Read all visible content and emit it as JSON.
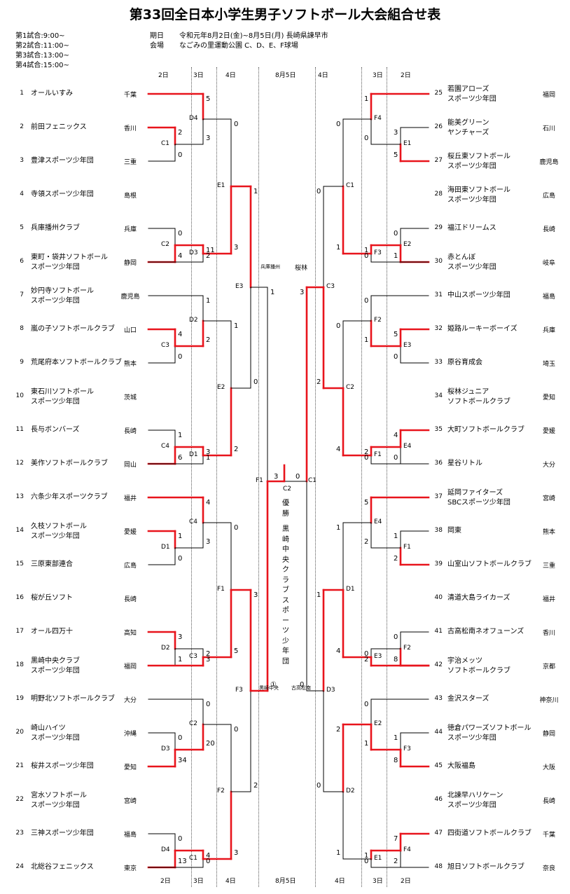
{
  "title": "第33回全日本小学生男子ソフトボール大会組合せ表",
  "schedule": [
    "第1試合:9:00~",
    "第2試合:11:00~",
    "第3試合:13:00~",
    "第4試合:15:00~"
  ],
  "period_label": "期日",
  "period_value": "令和元年8月2日(金)~8月5日(月) 長崎県諫早市",
  "venue_label": "会場",
  "venue_value": "なごみの里運動公園 C、D、E、F球場",
  "day_headers": {
    "left": [
      "2日",
      "3日",
      "4日"
    ],
    "center": "8月5日",
    "right": [
      "4日",
      "3日",
      "2日"
    ]
  },
  "left_teams": [
    {
      "no": "1",
      "name": [
        "オールいすみ"
      ],
      "pref": "千葉"
    },
    {
      "no": "2",
      "name": [
        "前田フェニックス"
      ],
      "pref": "香川"
    },
    {
      "no": "3",
      "name": [
        "豊津スポーツ少年団"
      ],
      "pref": "三重"
    },
    {
      "no": "4",
      "name": [
        "寺領スポーツ少年団"
      ],
      "pref": "島根"
    },
    {
      "no": "5",
      "name": [
        "兵庫播州クラブ"
      ],
      "pref": "兵庫"
    },
    {
      "no": "6",
      "name": [
        "東町・袋井ソフトボール",
        "スポーツ少年団"
      ],
      "pref": "静岡"
    },
    {
      "no": "7",
      "name": [
        "妙円寺ソフトボール",
        "スポーツ少年団"
      ],
      "pref": "鹿児島"
    },
    {
      "no": "8",
      "name": [
        "嵐の子ソフトボールクラブ"
      ],
      "pref": "山口"
    },
    {
      "no": "9",
      "name": [
        "荒尾府本ソフトボールクラブ"
      ],
      "pref": "熊本"
    },
    {
      "no": "10",
      "name": [
        "東石川ソフトボール",
        "スポーツ少年団"
      ],
      "pref": "茨城"
    },
    {
      "no": "11",
      "name": [
        "長与ボンバーズ"
      ],
      "pref": "長崎"
    },
    {
      "no": "12",
      "name": [
        "美作ソフトボールクラブ"
      ],
      "pref": "岡山"
    },
    {
      "no": "13",
      "name": [
        "六条少年スポーツクラブ"
      ],
      "pref": "福井"
    },
    {
      "no": "14",
      "name": [
        "久枝ソフトボール",
        "スポーツ少年団"
      ],
      "pref": "愛媛"
    },
    {
      "no": "15",
      "name": [
        "三原東部連合"
      ],
      "pref": "広島"
    },
    {
      "no": "16",
      "name": [
        "桜が丘ソフト"
      ],
      "pref": "長崎"
    },
    {
      "no": "17",
      "name": [
        "オール四万十"
      ],
      "pref": "高知"
    },
    {
      "no": "18",
      "name": [
        "黒崎中央クラブ",
        "スポーツ少年団"
      ],
      "pref": "福岡"
    },
    {
      "no": "19",
      "name": [
        "明野北ソフトボールクラブ"
      ],
      "pref": "大分"
    },
    {
      "no": "20",
      "name": [
        "崎山ハイツ",
        "スポーツ少年団"
      ],
      "pref": "沖縄"
    },
    {
      "no": "21",
      "name": [
        "桜井スポーツ少年団"
      ],
      "pref": "愛知"
    },
    {
      "no": "22",
      "name": [
        "宮水ソフトボール",
        "スポーツ少年団"
      ],
      "pref": "宮崎"
    },
    {
      "no": "23",
      "name": [
        "三神スポーツ少年団"
      ],
      "pref": "福島"
    },
    {
      "no": "24",
      "name": [
        "北総谷フェニックス"
      ],
      "pref": "東京"
    }
  ],
  "right_teams": [
    {
      "no": "25",
      "name": [
        "若園アローズ",
        "スポーツ少年団"
      ],
      "pref": "福岡"
    },
    {
      "no": "26",
      "name": [
        "能美グリーン",
        "ヤンチャーズ"
      ],
      "pref": "石川"
    },
    {
      "no": "27",
      "name": [
        "桜丘東ソフトボール",
        "スポーツ少年団"
      ],
      "pref": "鹿児島"
    },
    {
      "no": "28",
      "name": [
        "海田東ソフトボール",
        "スポーツ少年団"
      ],
      "pref": "広島"
    },
    {
      "no": "29",
      "name": [
        "福江ドリームス"
      ],
      "pref": "長崎"
    },
    {
      "no": "30",
      "name": [
        "赤とんぼ",
        "スポーツ少年団"
      ],
      "pref": "岐阜"
    },
    {
      "no": "31",
      "name": [
        "中山スポーツ少年団"
      ],
      "pref": "福島"
    },
    {
      "no": "32",
      "name": [
        "姫路ルーキーボーイズ"
      ],
      "pref": "兵庫"
    },
    {
      "no": "33",
      "name": [
        "原谷育成会"
      ],
      "pref": "埼玉"
    },
    {
      "no": "34",
      "name": [
        "桜林ジュニア",
        "ソフトボールクラブ"
      ],
      "pref": "愛知"
    },
    {
      "no": "35",
      "name": [
        "大町ソフトボールクラブ"
      ],
      "pref": "愛媛"
    },
    {
      "no": "36",
      "name": [
        "星谷リトル"
      ],
      "pref": "大分"
    },
    {
      "no": "37",
      "name": [
        "延岡ファイターズ",
        "SBCスポーツ少年団"
      ],
      "pref": "宮崎"
    },
    {
      "no": "38",
      "name": [
        "岡東"
      ],
      "pref": "熊本"
    },
    {
      "no": "39",
      "name": [
        "山室山ソフトボールクラブ"
      ],
      "pref": "三重"
    },
    {
      "no": "40",
      "name": [
        "清道大島ライカーズ"
      ],
      "pref": "福井"
    },
    {
      "no": "41",
      "name": [
        "古高松南ネオフューンズ"
      ],
      "pref": "香川"
    },
    {
      "no": "42",
      "name": [
        "宇治メッツ",
        "ソフトボールクラブ"
      ],
      "pref": "京都"
    },
    {
      "no": "43",
      "name": [
        "金沢スターズ"
      ],
      "pref": "神奈川"
    },
    {
      "no": "44",
      "name": [
        "徳倉パワーズソフトボール",
        "スポーツ少年団"
      ],
      "pref": "静岡"
    },
    {
      "no": "45",
      "name": [
        "大阪福島"
      ],
      "pref": "大阪"
    },
    {
      "no": "46",
      "name": [
        "北諫早ハリケーン",
        "スポーツ少年団"
      ],
      "pref": "長崎"
    },
    {
      "no": "47",
      "name": [
        "四街道ソフトボールクラブ"
      ],
      "pref": "千葉"
    },
    {
      "no": "48",
      "name": [
        "旭日ソフトボールクラブ"
      ],
      "pref": "奈良"
    }
  ],
  "semi_labels": {
    "left_top": "兵庫播州",
    "right_top": "桜林",
    "left_bottom": "黒崎中央",
    "right_bottom": "古高松南"
  },
  "final_court": {
    "left": "F1",
    "center": "C2",
    "right": "C1"
  },
  "final_scores": {
    "left": "3",
    "right": "0"
  },
  "champion": {
    "mark": "①",
    "label": "優勝",
    "team": "黒崎中央クラブスポーツ少年団"
  },
  "bracket": {
    "L1": [
      {
        "court": "C1",
        "ts": "2",
        "bs": "0"
      },
      {
        "court": "C2",
        "ts": "0",
        "bs": "4"
      },
      {
        "court": "C3",
        "ts": "4",
        "bs": "0"
      },
      {
        "court": "C4",
        "ts": "1",
        "bs": "6"
      },
      {
        "court": "D1",
        "ts": "1",
        "bs": "0"
      },
      {
        "court": "D2",
        "ts": "3",
        "bs": "1"
      },
      {
        "court": "D3",
        "ts": "0",
        "bs": "34"
      },
      {
        "court": "D4",
        "ts": "0",
        "bs": "13"
      }
    ],
    "L2": [
      {
        "court": "D4",
        "ts": "5",
        "bs": "3"
      },
      {
        "court": "D3",
        "ts": "11",
        "bs": "2"
      },
      {
        "court": "D2",
        "ts": "1",
        "bs": "2"
      },
      {
        "court": "D1",
        "ts": "3",
        "bs": "1"
      },
      {
        "court": "C4",
        "ts": "4",
        "bs": "3"
      },
      {
        "court": "C3",
        "ts": "2",
        "bs": "3"
      },
      {
        "court": "C2",
        "ts": "0",
        "bs": "20"
      },
      {
        "court": "C1",
        "ts": "4",
        "bs": "0"
      }
    ],
    "L3": [
      {
        "court": "E1",
        "ts": "0",
        "bs": "3"
      },
      {
        "court": "E2",
        "ts": "1",
        "bs": "2"
      },
      {
        "court": "F1",
        "ts": "0",
        "bs": "5"
      },
      {
        "court": "F2",
        "ts": "0",
        "bs": "3"
      }
    ],
    "L4": [
      {
        "court": "E3",
        "ts": "1",
        "bs": "0"
      },
      {
        "court": "F3",
        "ts": "3",
        "bs": "2"
      }
    ],
    "L5": {
      "ts": "1",
      "bs": "①"
    },
    "R1": [
      {
        "court": "E1",
        "ts": "3",
        "bs": "5"
      },
      {
        "court": "E2",
        "ts": "0",
        "bs": "1"
      },
      {
        "court": "E3",
        "ts": "5",
        "bs": "0"
      },
      {
        "court": "E4",
        "ts": "4",
        "bs": "0"
      },
      {
        "court": "F1",
        "ts": "1",
        "bs": "2"
      },
      {
        "court": "F2",
        "ts": "0",
        "bs": "8"
      },
      {
        "court": "F3",
        "ts": "1",
        "bs": "8"
      },
      {
        "court": "F4",
        "ts": "7",
        "bs": "2"
      }
    ],
    "R2": [
      {
        "court": "F4",
        "ts": "1",
        "bs": "0"
      },
      {
        "court": "F3",
        "ts": "1",
        "bs": "0"
      },
      {
        "court": "F2",
        "ts": "0",
        "bs": "1"
      },
      {
        "court": "F1",
        "ts": "2",
        "bs": "0"
      },
      {
        "court": "E4",
        "ts": "5",
        "bs": "2"
      },
      {
        "court": "E3",
        "ts": "0",
        "bs": "2"
      },
      {
        "court": "E2",
        "ts": "0",
        "bs": "1"
      },
      {
        "court": "E1",
        "ts": "1",
        "bs": "0"
      }
    ],
    "R3": [
      {
        "court": "C1",
        "ts": "0",
        "bs": "1"
      },
      {
        "court": "C2",
        "ts": "0",
        "bs": "4"
      },
      {
        "court": "D1",
        "ts": "1",
        "bs": "4"
      },
      {
        "court": "D2",
        "ts": "2",
        "bs": "1"
      }
    ],
    "R4": [
      {
        "court": "C3",
        "ts": "0",
        "bs": "2"
      },
      {
        "court": "D3",
        "ts": "1",
        "bs": "0"
      }
    ],
    "R5": {
      "ts": "3",
      "bs": "0"
    }
  }
}
